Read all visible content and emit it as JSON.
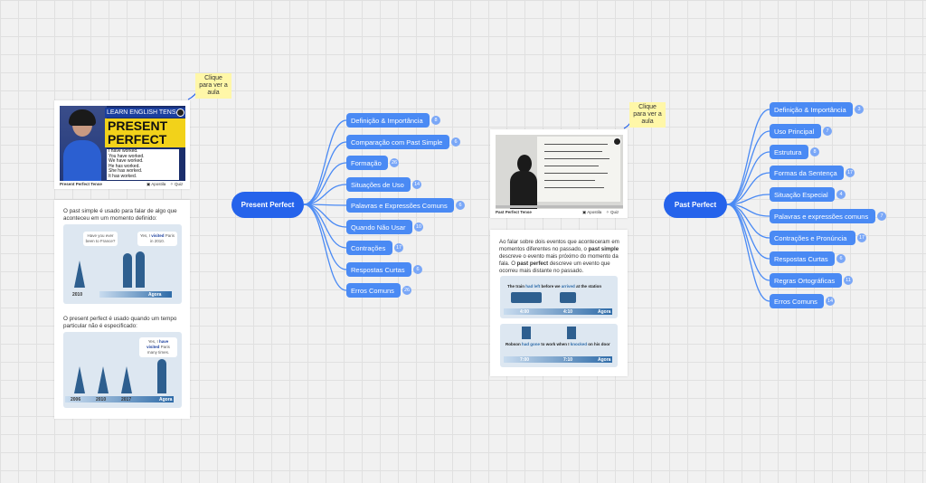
{
  "maps": [
    {
      "root": "Present Perfect",
      "branches": [
        {
          "label": "Definição & Importância",
          "count": "8"
        },
        {
          "label": "Comparação com Past Simple",
          "count": "6"
        },
        {
          "label": "Formação",
          "count": "26"
        },
        {
          "label": "Situações de Uso",
          "count": "14"
        },
        {
          "label": "Palavras e Expressões Comuns",
          "count": "6"
        },
        {
          "label": "Quando Não Usar",
          "count": "10"
        },
        {
          "label": "Contrações",
          "count": "17"
        },
        {
          "label": "Respostas Curtas",
          "count": "6"
        },
        {
          "label": "Erros Comuns",
          "count": "26"
        }
      ]
    },
    {
      "root": "Past Perfect",
      "branches": [
        {
          "label": "Definição & Importância",
          "count": "3"
        },
        {
          "label": "Uso Principal",
          "count": "7"
        },
        {
          "label": "Estrutura",
          "count": "8"
        },
        {
          "label": "Formas da Sentença",
          "count": "17"
        },
        {
          "label": "Situação Especial",
          "count": "4"
        },
        {
          "label": "Palavras e expressões comuns",
          "count": "7"
        },
        {
          "label": "Contrações  e Pronúncia",
          "count": "17"
        },
        {
          "label": "Respostas Curtas",
          "count": "6"
        },
        {
          "label": "Regras Ortográficas",
          "count": "11"
        },
        {
          "label": "Erros Comuns",
          "count": "14"
        }
      ]
    }
  ],
  "note_left": "Clique para ver a aula",
  "note_right": "Clique para ver a aula",
  "video_left": {
    "banner": "LEARN ENGLISH TENS",
    "title_line1": "PRESENT",
    "title_line2": "PERFECT",
    "lines": [
      "I have worked.",
      "You have worked.",
      "We have worked.",
      "He has worked.",
      "She has worked.",
      "It has worked."
    ],
    "caption": "Present Perfect Tense",
    "apostila": "Apostila",
    "quiz": "Quiz"
  },
  "video_right": {
    "caption": "Past Perfect Tense",
    "apostila": "Apostila",
    "quiz": "Quiz"
  },
  "left_card": {
    "para1": "O past simple é usado para falar de algo que aconteceu em um momento definido:",
    "bubble1": "Have you ever been to France?",
    "bubble2_pre": "Yes, I ",
    "bubble2_em": "visited",
    "bubble2_post": " Paris in 2010.",
    "year1": "2010",
    "agora1": "Agora",
    "para2": "O present perfect é usado quando um tempo particular não é especificado:",
    "bubble3_pre": "Yes, I ",
    "bubble3_em": "have visited",
    "bubble3_post": " Paris many times.",
    "years2": [
      "2006",
      "2010",
      "2017"
    ],
    "agora2": "Agora"
  },
  "right_card": {
    "para_a": "Ao falar sobre dois eventos que aconteceram em momentos diferentes no passado, o ",
    "para_b": "past simple",
    "para_c": " descreve o evento mais próximo do momento da fala. O ",
    "para_d": "past perfect",
    "para_e": " descreve um evento que ocorreu mais distante no passado.",
    "scene1_a": "The train ",
    "scene1_b": "had left",
    "scene1_c": " before we ",
    "scene1_d": "arrived",
    "scene1_e": " at the station",
    "scene1_t1": "4:00",
    "scene1_t2": "4:10",
    "scene1_agora": "Agora",
    "scene2_a": "Robson ",
    "scene2_b": "had gone",
    "scene2_c": " to work when I ",
    "scene2_d": "knocked",
    "scene2_e": " on his door",
    "scene2_t1": "7:00",
    "scene2_t2": "7:10",
    "scene2_agora": "Agora"
  }
}
